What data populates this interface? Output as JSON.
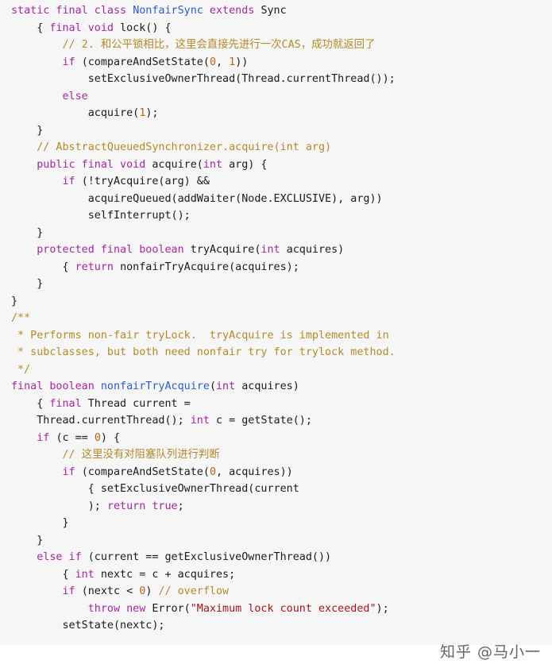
{
  "code_lines": [
    [
      [
        "kw",
        "static final class "
      ],
      [
        "cls",
        "NonfairSync"
      ],
      [
        "kw",
        " extends "
      ],
      [
        "fn",
        "Sync"
      ]
    ],
    [
      [
        "fn",
        "    { "
      ],
      [
        "kw",
        "final void "
      ],
      [
        "fn",
        "lock() {"
      ]
    ],
    [
      [
        "cm",
        "        // 2. 和公平锁相比，这里会直接先进行一次CAS，成功就返回了"
      ]
    ],
    [
      [
        "kw",
        "        if "
      ],
      [
        "fn",
        "(compareAndSetState("
      ],
      [
        "num",
        "0"
      ],
      [
        "fn",
        ", "
      ],
      [
        "num",
        "1"
      ],
      [
        "fn",
        "))"
      ]
    ],
    [
      [
        "fn",
        "            setExclusiveOwnerThread(Thread.currentThread());"
      ]
    ],
    [
      [
        "kw",
        "        else"
      ]
    ],
    [
      [
        "fn",
        "            acquire("
      ],
      [
        "num",
        "1"
      ],
      [
        "fn",
        ");"
      ]
    ],
    [
      [
        "fn",
        "    }"
      ]
    ],
    [
      [
        "cm",
        "    // AbstractQueuedSynchronizer.acquire(int arg)"
      ]
    ],
    [
      [
        "kw",
        "    public final void "
      ],
      [
        "fn",
        "acquire("
      ],
      [
        "kw",
        "int "
      ],
      [
        "fn",
        "arg) {"
      ]
    ],
    [
      [
        "kw",
        "        if "
      ],
      [
        "fn",
        "(!tryAcquire(arg) &&"
      ]
    ],
    [
      [
        "fn",
        "            acquireQueued(addWaiter(Node.EXCLUSIVE), arg))"
      ]
    ],
    [
      [
        "fn",
        "            selfInterrupt();"
      ]
    ],
    [
      [
        "fn",
        "    }"
      ]
    ],
    [
      [
        "kw",
        "    protected final boolean "
      ],
      [
        "fn",
        "tryAcquire("
      ],
      [
        "kw",
        "int "
      ],
      [
        "fn",
        "acquires)"
      ]
    ],
    [
      [
        "fn",
        "        { "
      ],
      [
        "kw",
        "return "
      ],
      [
        "fn",
        "nonfairTryAcquire(acquires);"
      ]
    ],
    [
      [
        "fn",
        "    }"
      ]
    ],
    [
      [
        "fn",
        "}"
      ]
    ],
    [
      [
        "cm",
        "/**"
      ]
    ],
    [
      [
        "cm",
        " * Performs non-fair tryLock.  tryAcquire is implemented in"
      ]
    ],
    [
      [
        "cm",
        " * subclasses, but both need nonfair try for trylock method."
      ]
    ],
    [
      [
        "cm",
        " */"
      ]
    ],
    [
      [
        "kw",
        "final boolean "
      ],
      [
        "cls",
        "nonfairTryAcquire"
      ],
      [
        "fn",
        "("
      ],
      [
        "kw",
        "int "
      ],
      [
        "fn",
        "acquires)"
      ]
    ],
    [
      [
        "fn",
        "    { "
      ],
      [
        "kw",
        "final "
      ],
      [
        "fn",
        "Thread current ="
      ]
    ],
    [
      [
        "fn",
        "    Thread.currentThread(); "
      ],
      [
        "kw",
        "int "
      ],
      [
        "fn",
        "c = getState();"
      ]
    ],
    [
      [
        "kw",
        "    if "
      ],
      [
        "fn",
        "(c == "
      ],
      [
        "num",
        "0"
      ],
      [
        "fn",
        ") {"
      ]
    ],
    [
      [
        "cm",
        "        // 这里没有对阻塞队列进行判断"
      ]
    ],
    [
      [
        "kw",
        "        if "
      ],
      [
        "fn",
        "(compareAndSetState("
      ],
      [
        "num",
        "0"
      ],
      [
        "fn",
        ", acquires))"
      ]
    ],
    [
      [
        "fn",
        "            { setExclusiveOwnerThread(current"
      ]
    ],
    [
      [
        "fn",
        "            ); "
      ],
      [
        "kw",
        "return true"
      ],
      [
        "fn",
        ";"
      ]
    ],
    [
      [
        "fn",
        "        }"
      ]
    ],
    [
      [
        "fn",
        "    }"
      ]
    ],
    [
      [
        "kw",
        "    else if "
      ],
      [
        "fn",
        "(current == getExclusiveOwnerThread())"
      ]
    ],
    [
      [
        "fn",
        "        { "
      ],
      [
        "kw",
        "int "
      ],
      [
        "fn",
        "nextc = c + acquires;"
      ]
    ],
    [
      [
        "kw",
        "        if "
      ],
      [
        "fn",
        "(nextc < "
      ],
      [
        "num",
        "0"
      ],
      [
        "fn",
        ") "
      ],
      [
        "cm",
        "// overflow"
      ]
    ],
    [
      [
        "kw",
        "            throw new "
      ],
      [
        "fn",
        "Error("
      ],
      [
        "str",
        "\"Maximum lock count exceeded\""
      ],
      [
        "fn",
        ");"
      ]
    ],
    [
      [
        "fn",
        "        setState(nextc);"
      ]
    ]
  ],
  "watermark": "知乎 @马小一"
}
